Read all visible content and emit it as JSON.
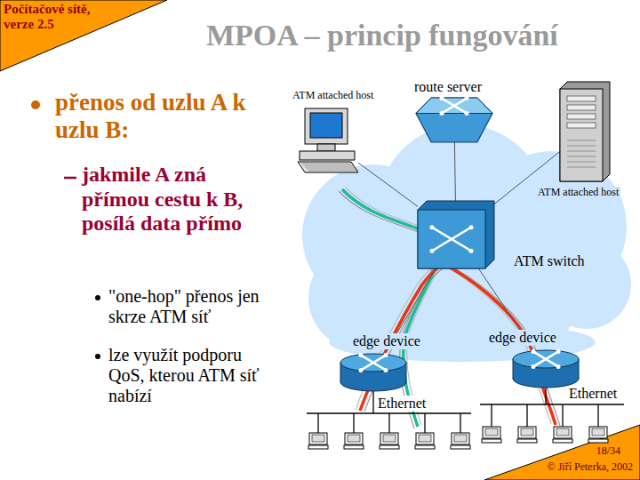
{
  "diagram": {
    "title": "MPOA – princip fungování",
    "nodes": [
      {
        "text": [
          "route server"
        ]
      },
      {
        "text": [
          "ATM attached host"
        ]
      },
      {
        "text": [
          "ATM switch"
        ]
      },
      {
        "text": [
          "ATM attached host"
        ]
      },
      {
        "text": [
          "edge device"
        ]
      },
      {
        "text": [
          "edge device"
        ]
      }
    ],
    "edges": [
      {
        "from": 2,
        "to": 0,
        "arrow": "none"
      },
      {
        "from": 2,
        "to": 1,
        "arrow": "none"
      },
      {
        "from": 2,
        "to": 3,
        "arrow": "none"
      },
      {
        "from": 2,
        "to": 4,
        "arrow": "none"
      },
      {
        "from": 2,
        "to": 5,
        "arrow": "none"
      }
    ],
    "labels": [
      "Počítačové sítě, verze 2.5",
      "přenos od uzlu A k uzlu B:",
      "jakmile A zná přímou cestu k B, posílá data přímo",
      "\"one-hop\" přenos jen skrze ATM síť",
      "lze využít podporu QoS, kterou ATM síť nabízí",
      "Ethernet",
      "Ethernet",
      "18/34",
      "© Jiří Peterka, 2002"
    ]
  }
}
